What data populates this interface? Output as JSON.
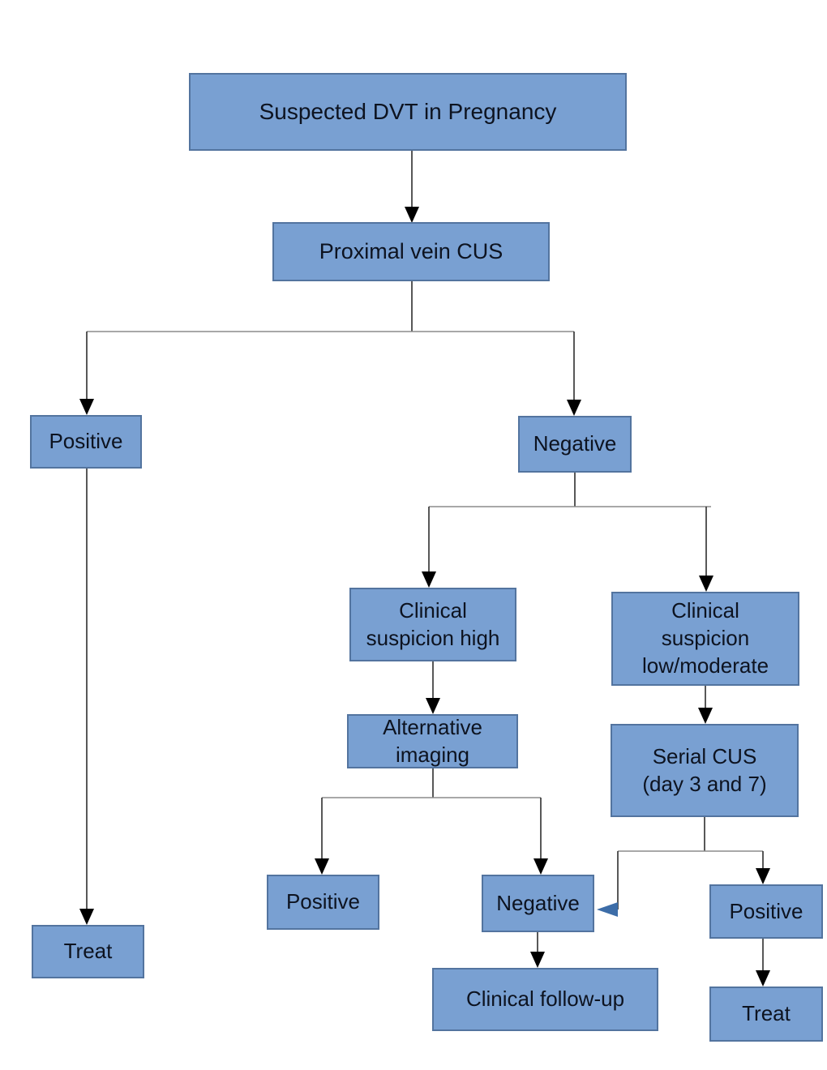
{
  "colors": {
    "node-fill": "#79a0d2",
    "node-border": "#53749f",
    "node-text": "#0d1320",
    "line": "#2e2e2e",
    "hline": "#8c8c8c",
    "arrow": "#000000",
    "blue-arrow": "#3d6da8"
  },
  "nodes": {
    "suspected": {
      "label": "Suspected DVT in Pregnancy"
    },
    "proximal": {
      "label": "Proximal vein CUS"
    },
    "positive_cus": {
      "label": "Positive"
    },
    "negative_cus": {
      "label": "Negative"
    },
    "suspicion_high": {
      "label": "Clinical\nsuspicion high"
    },
    "suspicion_low": {
      "label": "Clinical\nsuspicion\nlow/moderate"
    },
    "alt_imaging": {
      "label": "Alternative\nimaging"
    },
    "serial_cus": {
      "label": "Serial CUS\n(day 3 and 7)"
    },
    "positive_alt": {
      "label": "Positive"
    },
    "negative_alt": {
      "label": "Negative"
    },
    "positive_serial": {
      "label": "Positive"
    },
    "treat_left": {
      "label": "Treat"
    },
    "clinical_followup": {
      "label": "Clinical follow-up"
    },
    "treat_right": {
      "label": "Treat"
    }
  }
}
